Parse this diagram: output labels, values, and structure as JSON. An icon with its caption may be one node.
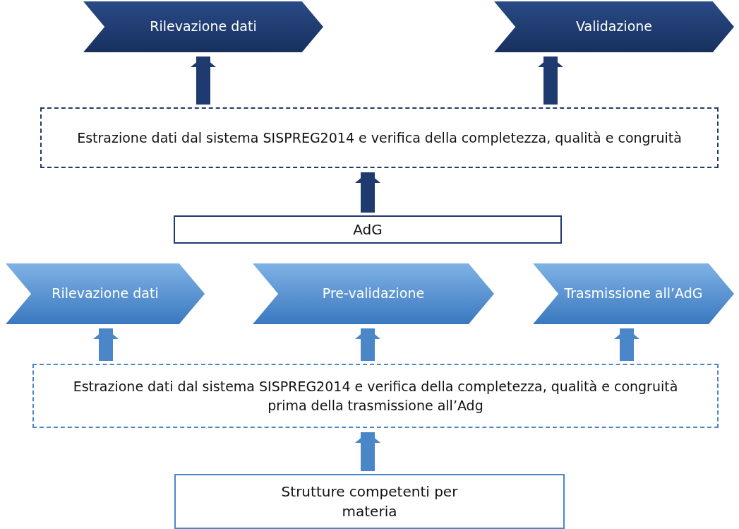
{
  "diagram": {
    "nodes": [
      {
        "text": [
          "Rilevazione dati"
        ]
      },
      {
        "text": [
          "Validazione"
        ]
      },
      {
        "text": [
          "Estrazione dati dal sistema SISPREG2014  e verifica della completezza, qualità e congruità"
        ]
      },
      {
        "text": [
          "AdG"
        ]
      },
      {
        "text": [
          "Rilevazione dati"
        ]
      },
      {
        "text": [
          "Pre-validazione"
        ]
      },
      {
        "text": [
          "Trasmissione all’AdG"
        ]
      },
      {
        "text": [
          "Estrazione dati dal sistema SISPREG2014  e verifica della completezza, qualità e congruità prima della trasmissione all’Adg"
        ]
      },
      {
        "text": [
          "Strutture competenti per materia"
        ]
      }
    ],
    "edges": [
      {
        "from": 2,
        "to": 0,
        "arrow": "to",
        "color": "#1f3a6e"
      },
      {
        "from": 2,
        "to": 1,
        "arrow": "to",
        "color": "#1f3a6e"
      },
      {
        "from": 3,
        "to": 2,
        "arrow": "to",
        "color": "#1f3a6e"
      },
      {
        "from": 7,
        "to": 4,
        "arrow": "to"
      },
      {
        "from": 7,
        "to": 5,
        "arrow": "to"
      },
      {
        "from": 7,
        "to": 6,
        "arrow": "to"
      },
      {
        "from": 8,
        "to": 7,
        "arrow": "to"
      }
    ]
  }
}
